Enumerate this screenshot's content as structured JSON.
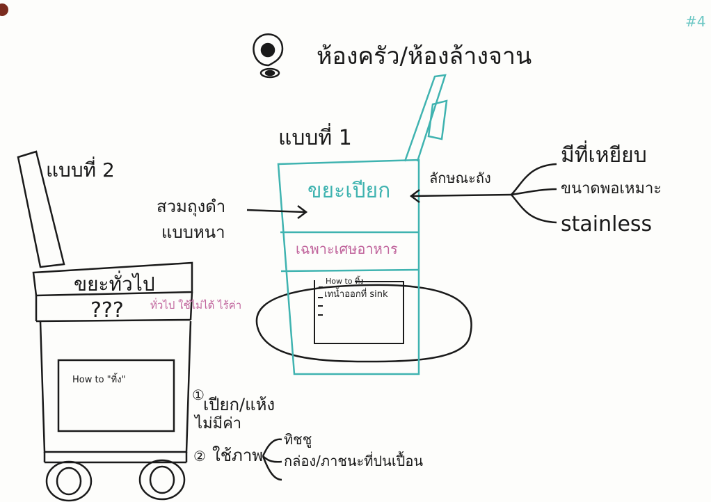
{
  "page_number": "#4",
  "header": {
    "title": "ห้องครัว/ห้องล้างจาน",
    "pin_icon": "location-pin-icon"
  },
  "bin1": {
    "title": "แบบที่ 1",
    "wet_label": "ขยะเปียก",
    "food_label": "เฉพาะเศษอาหาร",
    "howto_title": "How to ทิ้ง",
    "howto_item": "เทน้ำออกที่ sink",
    "bag_label_line1": "สวมถุงดำ",
    "bag_label_line2": "แบบหนา",
    "features_label": "ลักษณะถัง",
    "features": [
      "มีที่เหยียบ",
      "ขนาดพอเหมาะ",
      "stainless"
    ]
  },
  "bin2": {
    "title": "แบบที่ 2",
    "general_label": "ขยะทั่วไป",
    "unknown_label": "???",
    "unknown_note": "ทั่วไป ใช้ไม่ได้ ไร้ค่า",
    "howto_title": "How to \"ทิ้ง\"",
    "note1_num": "①",
    "note1_line1": "เปียก/แห้ง",
    "note1_line2": "ไม่มีค่า",
    "note2_num": "②",
    "note2_label": "ใช้ภาพ",
    "note2_items": [
      "ทิชชู",
      "กล่อง/ภาชนะที่ปนเปื้อน"
    ]
  },
  "colors": {
    "ink": "#1a1a1a",
    "teal": "#3fb3b0",
    "pink": "#c0649c"
  }
}
